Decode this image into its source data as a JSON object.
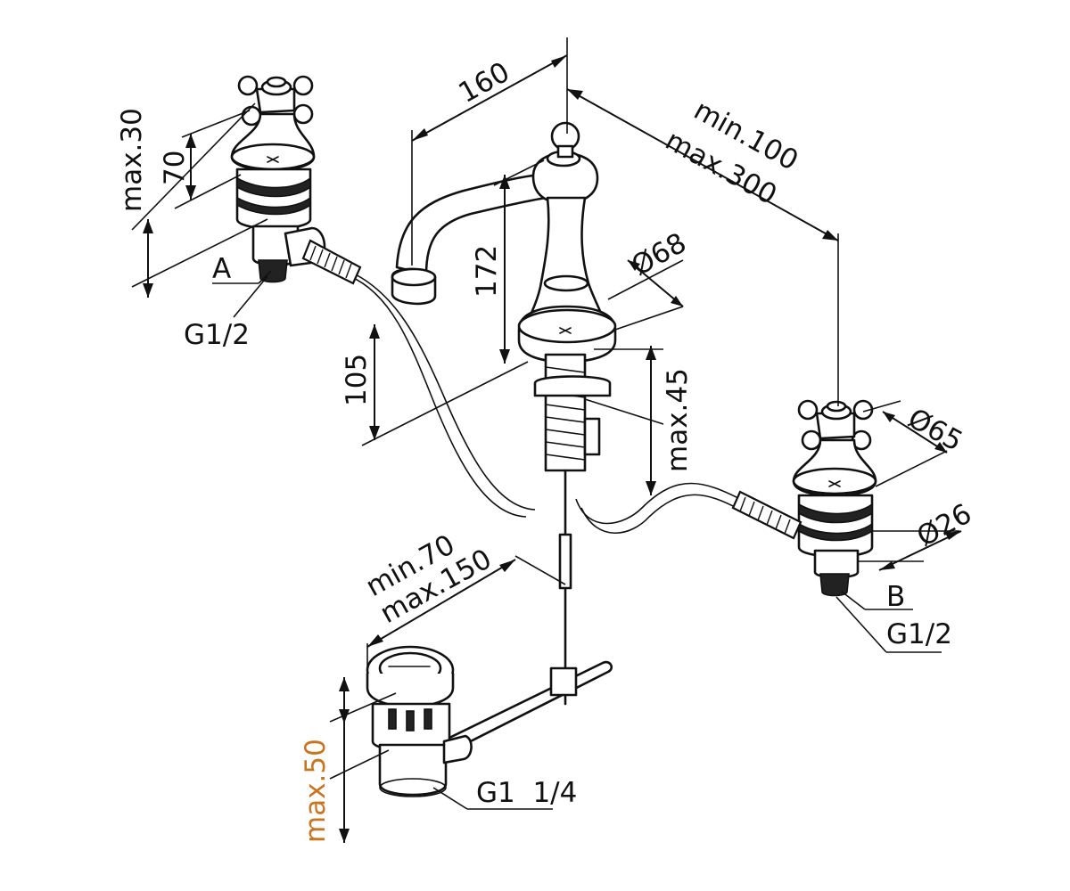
{
  "labels": {
    "top_length": "160",
    "spout_height": "172",
    "left_handle_max": "max.30",
    "left_handle_height": "70",
    "left_connection_letter": "A",
    "left_thread": "G1/2",
    "deck_depth": "105",
    "spout_base_diameter": "Ø68",
    "deck_thickness_max": "max.45",
    "spread_min": "min.100",
    "spread_max": "max.300",
    "right_handle_diameter": "Ø65",
    "right_body_diameter": "Ø26",
    "right_connection_letter": "B",
    "right_thread": "G1/2",
    "waste_spread_min": "min.70",
    "waste_spread_max": "max.150",
    "waste_thread": "G1  1/4",
    "waste_height_max": "max.50"
  },
  "colors": {
    "line": "#111111",
    "accent": "#c9741f",
    "background": "#ffffff"
  }
}
